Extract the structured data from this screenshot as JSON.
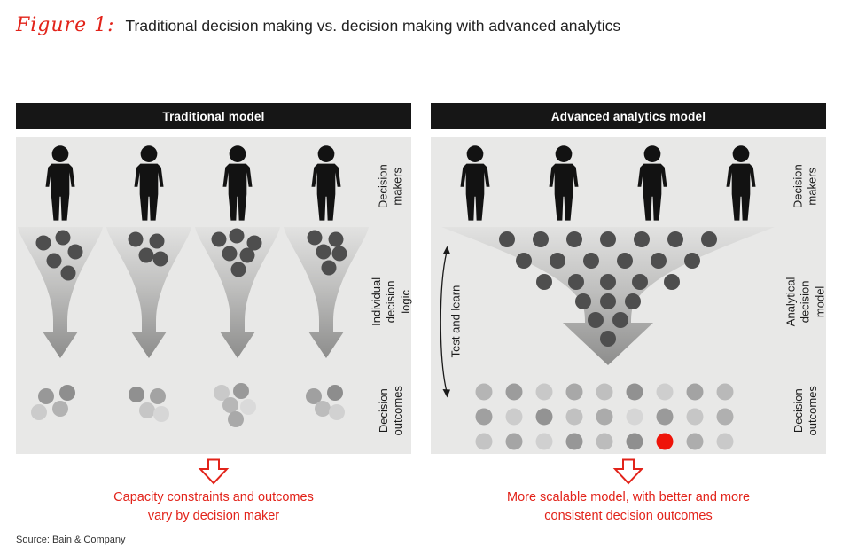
{
  "figure": {
    "label": "Figure 1:",
    "title": "Traditional decision making vs. decision making with advanced analytics"
  },
  "panels": {
    "left": {
      "header": "Traditional model",
      "side_labels": [
        "Decision makers",
        "Individual decision logic",
        "Decision outcomes"
      ],
      "caption": "Capacity constraints and outcomes vary by decision maker"
    },
    "right": {
      "header": "Advanced analytics model",
      "side_labels": [
        "Decision makers",
        "Analytical decision model",
        "Decision outcomes"
      ],
      "test_label": "Test and learn",
      "caption": "More scalable model, with better and more consistent decision outcomes"
    }
  },
  "source": "Source: Bain & Company",
  "icons": {
    "person": "person-silhouette-icon",
    "funnel": "funnel-arrow-graphic",
    "down_arrow": "red-outline-down-arrow-icon",
    "test_learn_arrow": "double-headed-curved-arrow-icon"
  },
  "colors": {
    "accent_red": "#e2231a",
    "highlight_dot_red": "#ee1409",
    "header_black": "#161616",
    "panel_gray": "#e8e8e7",
    "dot_dark_gray": "#4e4e4e",
    "silhouette_black": "#121212"
  }
}
